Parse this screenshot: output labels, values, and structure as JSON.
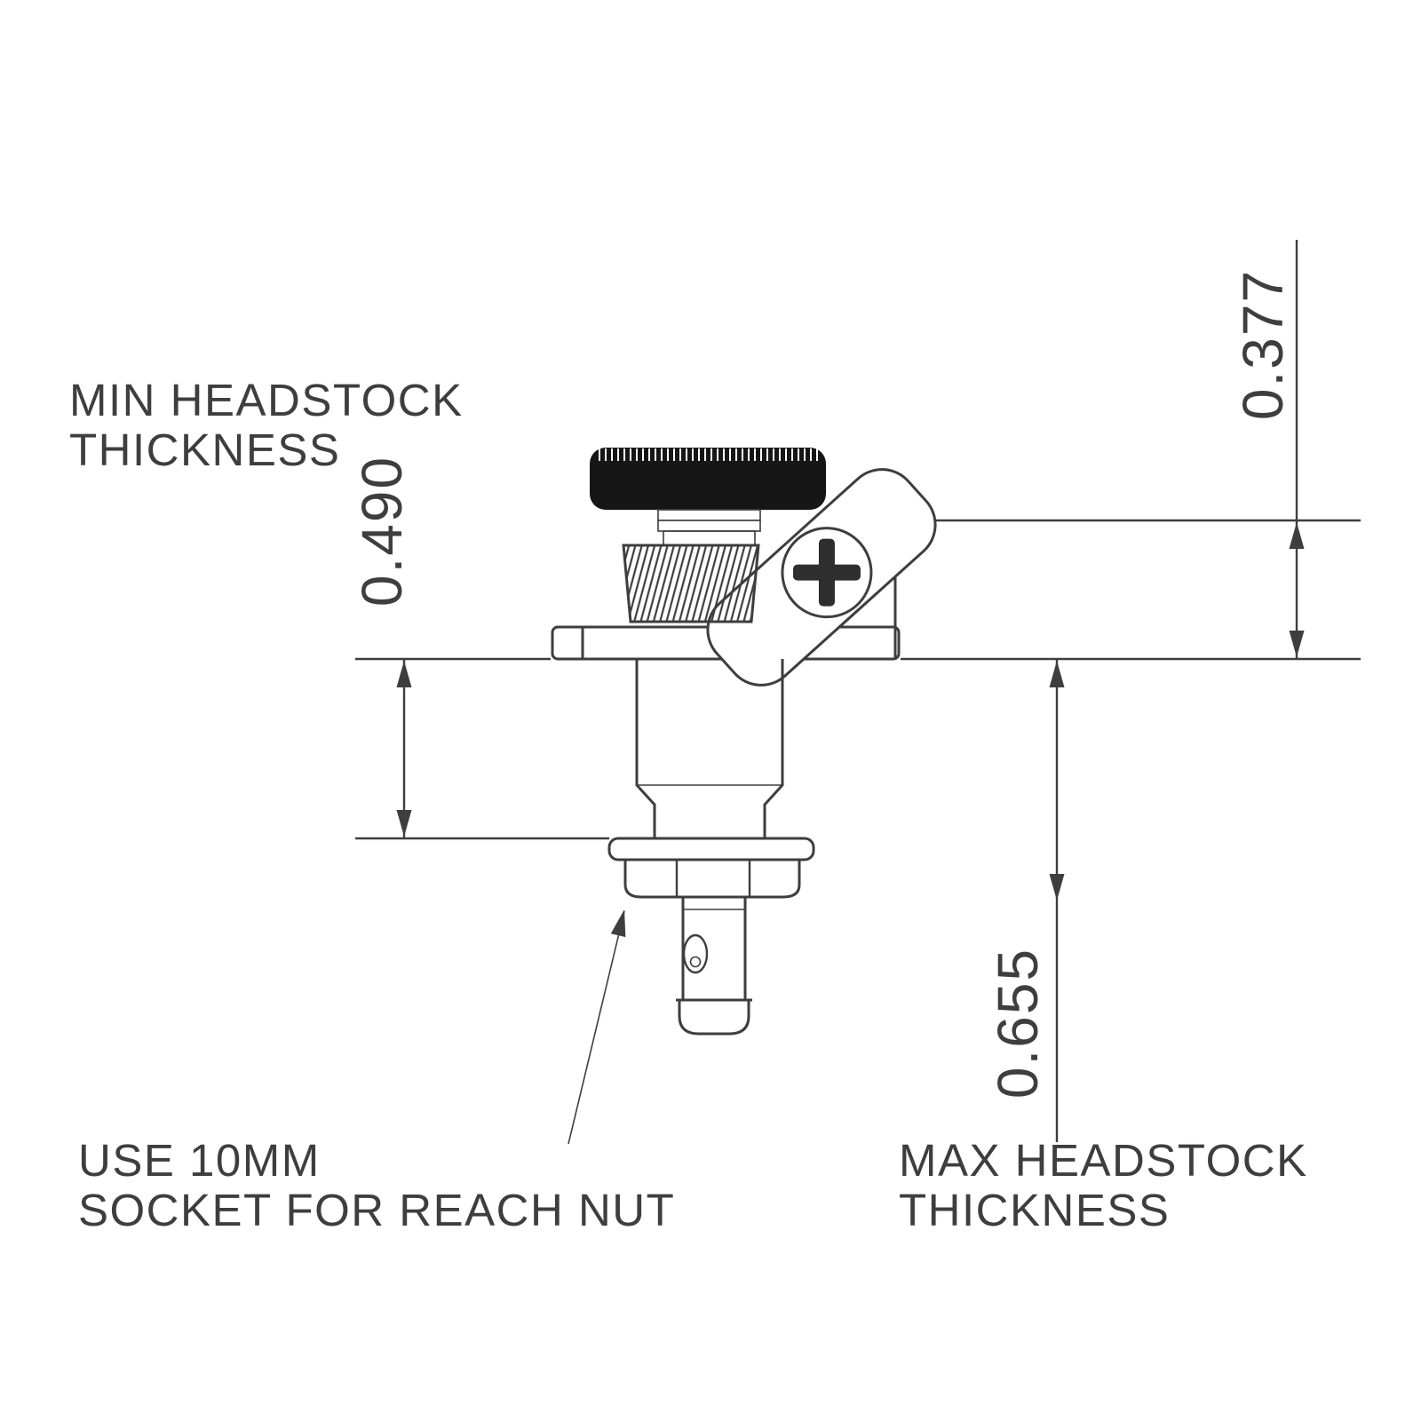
{
  "drawing": {
    "title": "tuning-machine-side-view",
    "background_color": "#ffffff",
    "line_color": "#3e3e3e",
    "knob_color": "#161616"
  },
  "labels": {
    "min_headstock_line1": "MIN HEADSTOCK",
    "min_headstock_line2": "THICKNESS",
    "max_headstock_line1": "MAX HEADSTOCK",
    "max_headstock_line2": "THICKNESS",
    "socket_note_line1": "USE 10MM",
    "socket_note_line2": "SOCKET FOR REACH NUT"
  },
  "dimensions": {
    "min_headstock_thickness": "0.490",
    "tab_height_above_headstock": "0.377",
    "max_headstock_thickness": "0.655"
  }
}
